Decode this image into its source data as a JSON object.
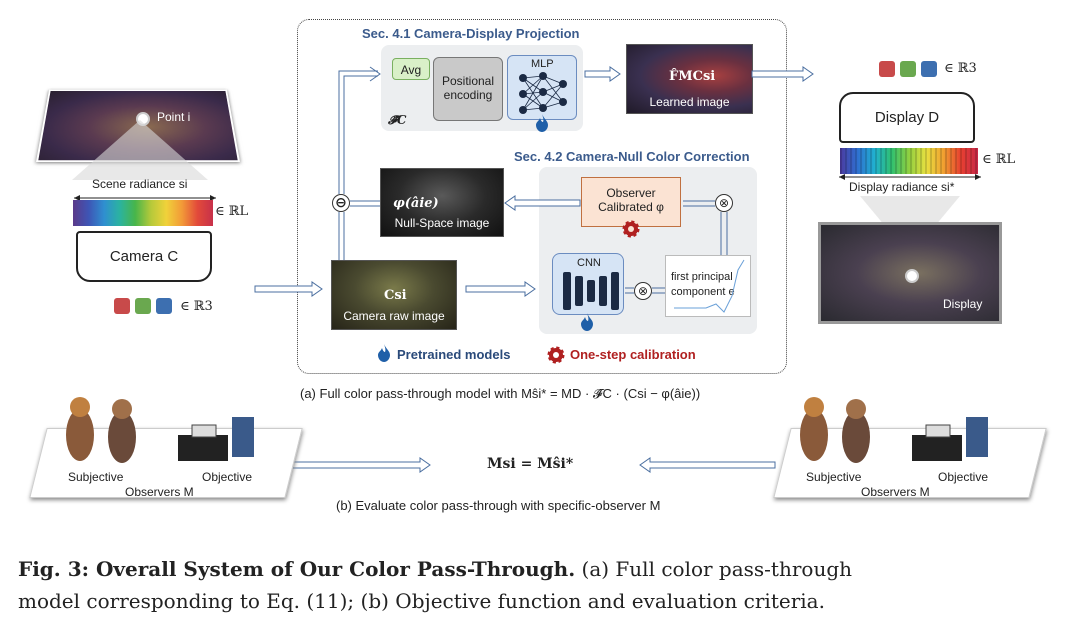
{
  "panel_a": {
    "sec41_title": "Sec. 4.1  Camera-Display Projection",
    "sec42_title": "Sec. 4.2  Camera-Null Color Correction",
    "avg_label": "Avg",
    "posenc_label_1": "Positional",
    "posenc_label_2": "encoding",
    "mlp_label": "MLP",
    "fc_symbol": "𝓕̂C",
    "learned_formula": "F̂MCsi",
    "learned_label": "Learned image",
    "null_formula": "φ(âie)",
    "null_label": "Null-Space image",
    "observer_label_1": "Observer",
    "observer_label_2": "Calibrated φ",
    "cnn_label": "CNN",
    "pc_label_1": "first principal",
    "pc_label_2": "component e",
    "raw_formula": "Csi",
    "raw_label": "Camera raw image",
    "legend_pretrained": "Pretrained models",
    "legend_calibration": "One-step calibration",
    "caption": "(a) Full color pass-through model with  Mŝi* = MD · 𝓕̂C · (Csi − φ(âie))"
  },
  "left": {
    "scene_label": "Scene",
    "point_label": "Point i",
    "radiance_label": "Scene radiance si",
    "in_rl": "∈ ℝL",
    "camera_label": "Camera C",
    "in_r3": "∈ ℝ3"
  },
  "right": {
    "in_r3": "∈ ℝ3",
    "display_box_label": "Display D",
    "in_rl": "∈ ℝL",
    "radiance_label": "Display radiance si*",
    "display_photo_label": "Display"
  },
  "panel_b": {
    "subjective_label": "Subjective",
    "objective_label": "Objective",
    "observers_label": "Observers M",
    "equation": "Msi = Mŝi*",
    "caption": "(b) Evaluate color pass-through with specific-observer M"
  },
  "figure_caption": {
    "label": "Fig. 3: Overall System of Our Color Pass-Through.",
    "text_1": " (a) Full color pass-through",
    "text_2": "model corresponding to Eq. (11); (b) Objective function and evaluation criteria."
  },
  "colors": {
    "red": "#c84a4a",
    "green": "#6aa84f",
    "blue": "#3d6fb0",
    "section_blue": "#3b5b8c",
    "calib_red": "#b02020",
    "flame_blue": "#1f5fa8",
    "arrow_blue": "#4b6fa0"
  }
}
